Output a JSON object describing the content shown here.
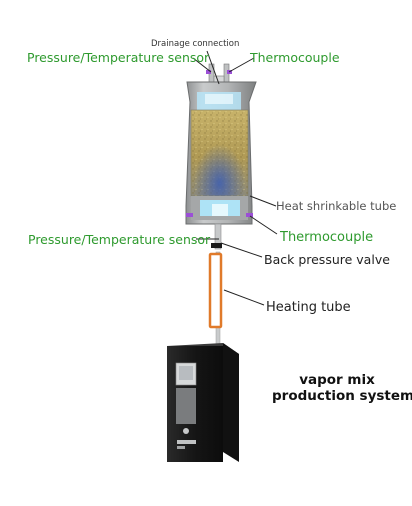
{
  "labels": {
    "drainage_connection": "Drainage connection",
    "pressure_temperature_sensor_top": "Pressure/Temperature sensor",
    "thermocouple_top": "Thermocouple",
    "heat_shrinkable_tube": "Heat shrinkable tube",
    "pressure_temperature_sensor_bottom": "Pressure/Temperature sensor",
    "thermocouple_bottom": "Thermocouple",
    "back_pressure_valve": "Back pressure valve",
    "heating_tube": "Heating tube",
    "system_line1": "vapor mix",
    "system_line2": "production system"
  },
  "colors": {
    "label_green": "#2e9a2e",
    "heating_tube_orange": "#e07a2a",
    "connector_purple": "#9b4fd6",
    "core_sample": "#b9a25a",
    "chamber_gray": "#a9abac"
  }
}
